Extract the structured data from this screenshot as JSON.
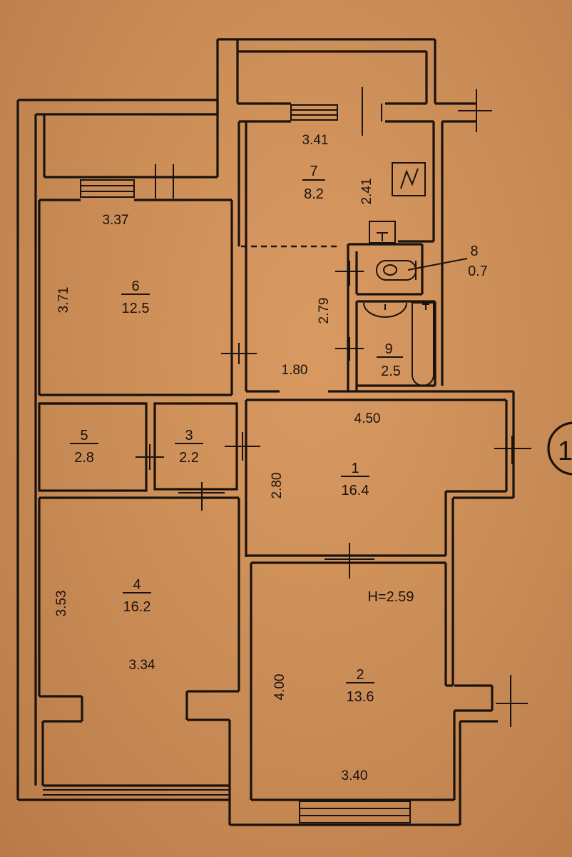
{
  "rooms": [
    {
      "id": "1",
      "num": "1",
      "area": "16.4"
    },
    {
      "id": "2",
      "num": "2",
      "area": "13.6"
    },
    {
      "id": "3",
      "num": "3",
      "area": "2.2"
    },
    {
      "id": "4",
      "num": "4",
      "area": "16.2"
    },
    {
      "id": "5",
      "num": "5",
      "area": "2.8"
    },
    {
      "id": "6",
      "num": "6",
      "area": "12.5"
    },
    {
      "id": "7",
      "num": "7",
      "area": "8.2"
    },
    {
      "id": "8",
      "num": "8",
      "area": "0.7"
    },
    {
      "id": "9",
      "num": "9",
      "area": "2.5"
    }
  ],
  "dimensions": {
    "room7_width": "3.41",
    "room7_depth": "2.41",
    "room6_width": "3.37",
    "room6_depth": "3.71",
    "hall_depth": "2.79",
    "hall_width": "1.80",
    "room1_width": "4.50",
    "room1_depth": "2.80",
    "room4_depth": "3.53",
    "room4_width": "3.34",
    "room2_depth": "4.00",
    "room2_width": "3.40"
  },
  "ceiling_height": "H=2.59",
  "axis_marker": "1"
}
